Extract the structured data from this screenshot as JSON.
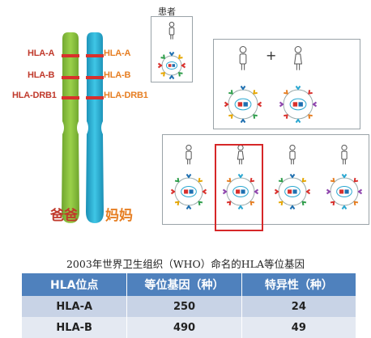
{
  "chromosome_labels": {
    "left": [
      "HLA-A",
      "HLA-B",
      "HLA-DRB1"
    ],
    "right": [
      "HLA-A",
      "HLA-B",
      "HLA-DRB1"
    ]
  },
  "parents": {
    "father": "爸爸",
    "mother": "妈妈"
  },
  "patient_label": "患者",
  "plus_sign": "+",
  "caption": "2003年世界卫生组织（WHO）命名的HLA等位基因",
  "table": {
    "headers": [
      "HLA位点",
      "等位基因（种）",
      "特异性（种）"
    ],
    "rows": [
      [
        "HLA-A",
        "250",
        "24"
      ],
      [
        "HLA-B",
        "490",
        "49"
      ]
    ]
  },
  "colors": {
    "father_chromosome": "#8cc63f",
    "mother_chromosome": "#29b6d8",
    "band": "#d9302c",
    "highlight_box": "#d62728",
    "table_header": "#4f81bd"
  }
}
